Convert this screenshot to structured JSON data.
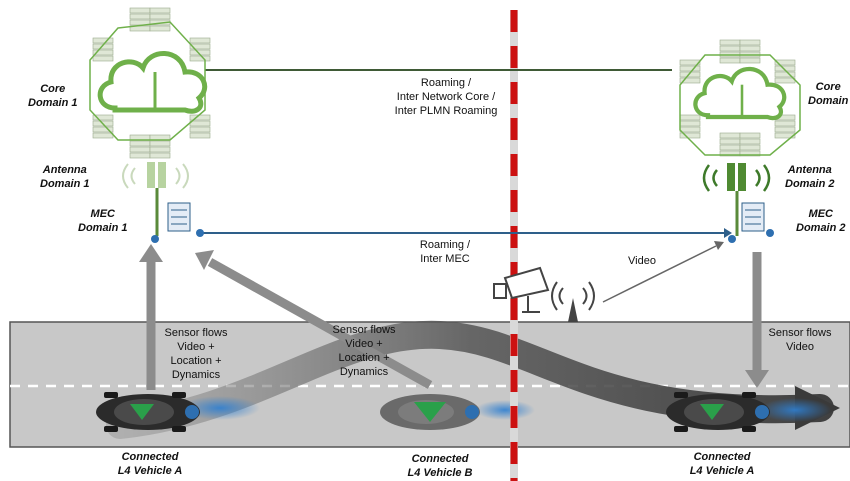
{
  "left": {
    "core_label": "Core",
    "core_domain": "Domain 1",
    "antenna_label": "Antenna",
    "antenna_domain": "Domain 1",
    "mec_label": "MEC",
    "mec_domain": "Domain 1"
  },
  "right": {
    "core_label": "Core",
    "core_domain": "Domain",
    "antenna_label": "Antenna",
    "antenna_domain": "Domain 2",
    "mec_label": "MEC",
    "mec_domain": "Domain 2"
  },
  "links": {
    "core_line1": "Roaming /",
    "core_line2": "Inter Network Core /",
    "core_line3": "Inter PLMN Roaming",
    "mec_line1": "Roaming /",
    "mec_line2": "Inter MEC",
    "video": "Video"
  },
  "flows": {
    "a_line1": "Sensor flows",
    "a_line2": "Video +",
    "a_line3": "Location +",
    "a_line4": "Dynamics",
    "b_line1": "Sensor flows",
    "b_line2": "Video +",
    "b_line3": "Location +",
    "b_line4": "Dynamics",
    "c_line1": "Sensor flows",
    "c_line2": "Video"
  },
  "vehicles": {
    "a_left_line1": "Connected",
    "a_left_line2": "L4 Vehicle A",
    "b_line1": "Connected",
    "b_line2": "L4 Vehicle B",
    "a_right_line1": "Connected",
    "a_right_line2": "L4 Vehicle A"
  },
  "colors": {
    "road": "#c8c8c8",
    "border": "#cc1111",
    "cloud": "#6fb04a",
    "antenna": "#5a8a3a",
    "link": "#2e5f8a",
    "core_link": "#3f5a36"
  }
}
